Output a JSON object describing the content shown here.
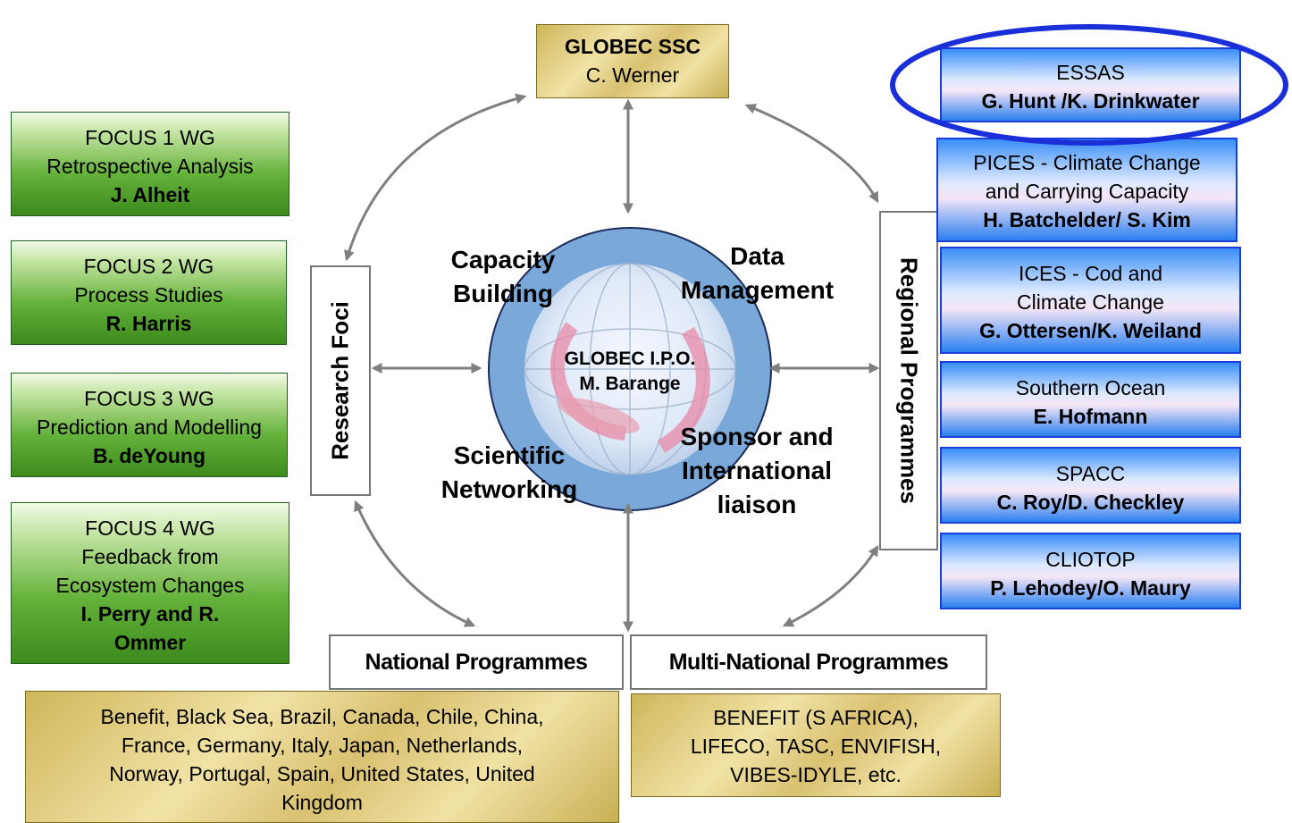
{
  "ssc": {
    "title": "GLOBEC SSC",
    "name": "C. Werner"
  },
  "ipo": {
    "title": "GLOBEC I.P.O.",
    "name": "M. Barange"
  },
  "center_labels": {
    "capacity": [
      "Capacity",
      "Building"
    ],
    "data": [
      "Data",
      "Management"
    ],
    "scientific": [
      "Scientific",
      "Networking"
    ],
    "sponsor": [
      "Sponsor and",
      "International",
      "liaison"
    ]
  },
  "research_foci": "Research Foci",
  "regional_programmes": "Regional Programmes",
  "national_programmes": "National Programmes",
  "multinational_programmes": "Multi-National Programmes",
  "focus_groups": [
    {
      "lines": [
        "FOCUS 1 WG",
        "Retrospective Analysis"
      ],
      "lead": "J. Alheit"
    },
    {
      "lines": [
        "FOCUS 2 WG",
        "Process Studies"
      ],
      "lead": "R. Harris"
    },
    {
      "lines": [
        "FOCUS 3 WG",
        "Prediction and Modelling"
      ],
      "lead": "B. deYoung"
    },
    {
      "lines": [
        "FOCUS 4 WG",
        "Feedback from",
        "Ecosystem Changes"
      ],
      "lead": [
        "I. Perry and R.",
        "Ommer"
      ]
    }
  ],
  "regional": [
    {
      "lines": [
        "ESSAS"
      ],
      "lead": "G. Hunt /K. Drinkwater"
    },
    {
      "lines": [
        "PICES - Climate Change",
        "and Carrying Capacity"
      ],
      "lead": "H. Batchelder/ S. Kim"
    },
    {
      "lines": [
        "ICES - Cod and",
        "Climate Change"
      ],
      "lead": "G. Ottersen/K. Weiland"
    },
    {
      "lines": [
        "Southern Ocean"
      ],
      "lead": "E. Hofmann"
    },
    {
      "lines": [
        "SPACC"
      ],
      "lead": "C. Roy/D. Checkley"
    },
    {
      "lines": [
        "CLIOTOP"
      ],
      "lead": "P. Lehodey/O. Maury"
    }
  ],
  "national_list": [
    "Benefit, Black Sea, Brazil, Canada, Chile, China,",
    "France, Germany, Italy, Japan, Netherlands,",
    "Norway, Portugal, Spain, United States, United",
    "Kingdom"
  ],
  "multinational_list": [
    "BENEFIT (S AFRICA),",
    "LIFECO, TASC, ENVIFISH,",
    "VIBES-IDYLE, etc."
  ],
  "colors": {
    "highlight_ellipse": "#1a2fd8",
    "arrow": "#7f7f7f",
    "globe_ring": "#7aa8d8"
  }
}
